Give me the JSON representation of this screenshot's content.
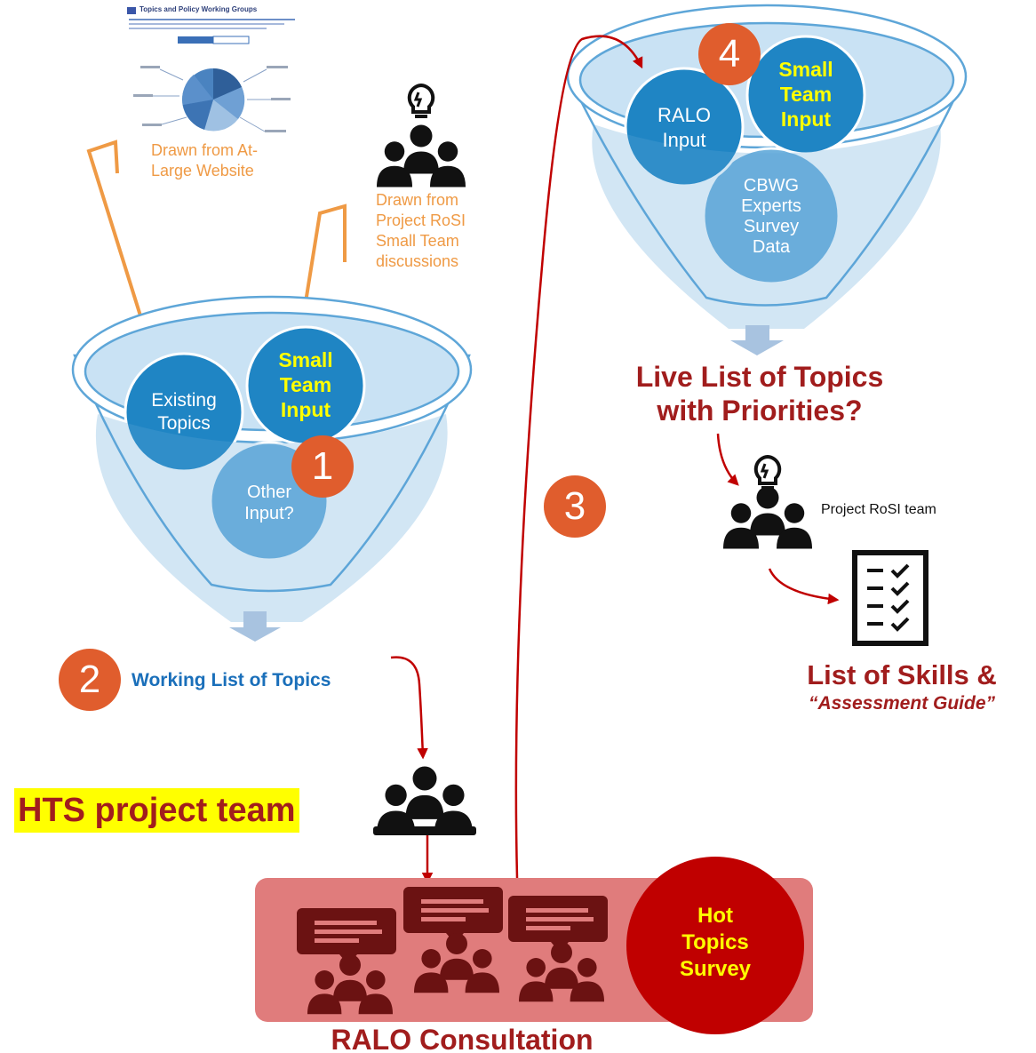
{
  "website_thumbnail": {
    "title": "Topics and Policy Working Groups"
  },
  "funnel1": {
    "bubbles": {
      "existing_topics": "Existing Topics",
      "small_team_input": "Small Team Input",
      "other_input": "Other Input?"
    },
    "step_number": "1",
    "note_website": "Drawn from At-Large Website",
    "note_small_team": "Drawn from Project RoSI Small Team discussions"
  },
  "step2": {
    "number": "2",
    "label": "Working List of Topics"
  },
  "hts_team": {
    "label": "HTS project team"
  },
  "ralo": {
    "label": "RALO Consultation",
    "survey": "Hot Topics Survey"
  },
  "step3": {
    "number": "3"
  },
  "funnel4": {
    "step_number": "4",
    "bubbles": {
      "ralo_input": "RALO Input",
      "small_team_input": "Small Team Input",
      "cbwg": "CBWG Experts Survey Data"
    }
  },
  "live_list": {
    "line1": "Live List of Topics",
    "line2": "with Priorities?"
  },
  "rosi_team": {
    "label": "Project RoSI team"
  },
  "skills": {
    "line1": "List of Skills &",
    "line2": "“Assessment Guide”"
  },
  "colors": {
    "funnel_blue": "#5ea6d8",
    "bubble_dark": "#1f85c4",
    "bubble_light": "#6fb1dd",
    "orange": "#ef9a45",
    "step_circle": "#e05d2d",
    "dark_red": "#a11d1d",
    "arrow_red": "#c00000",
    "ralo_band": "#e07c7c",
    "survey_red": "#c00000",
    "highlight": "#ffff00",
    "yellow_text": "#ffff00",
    "working_list_blue": "#1a6fba",
    "icon_dark": "#111111",
    "chat_dark": "#6b1212"
  }
}
